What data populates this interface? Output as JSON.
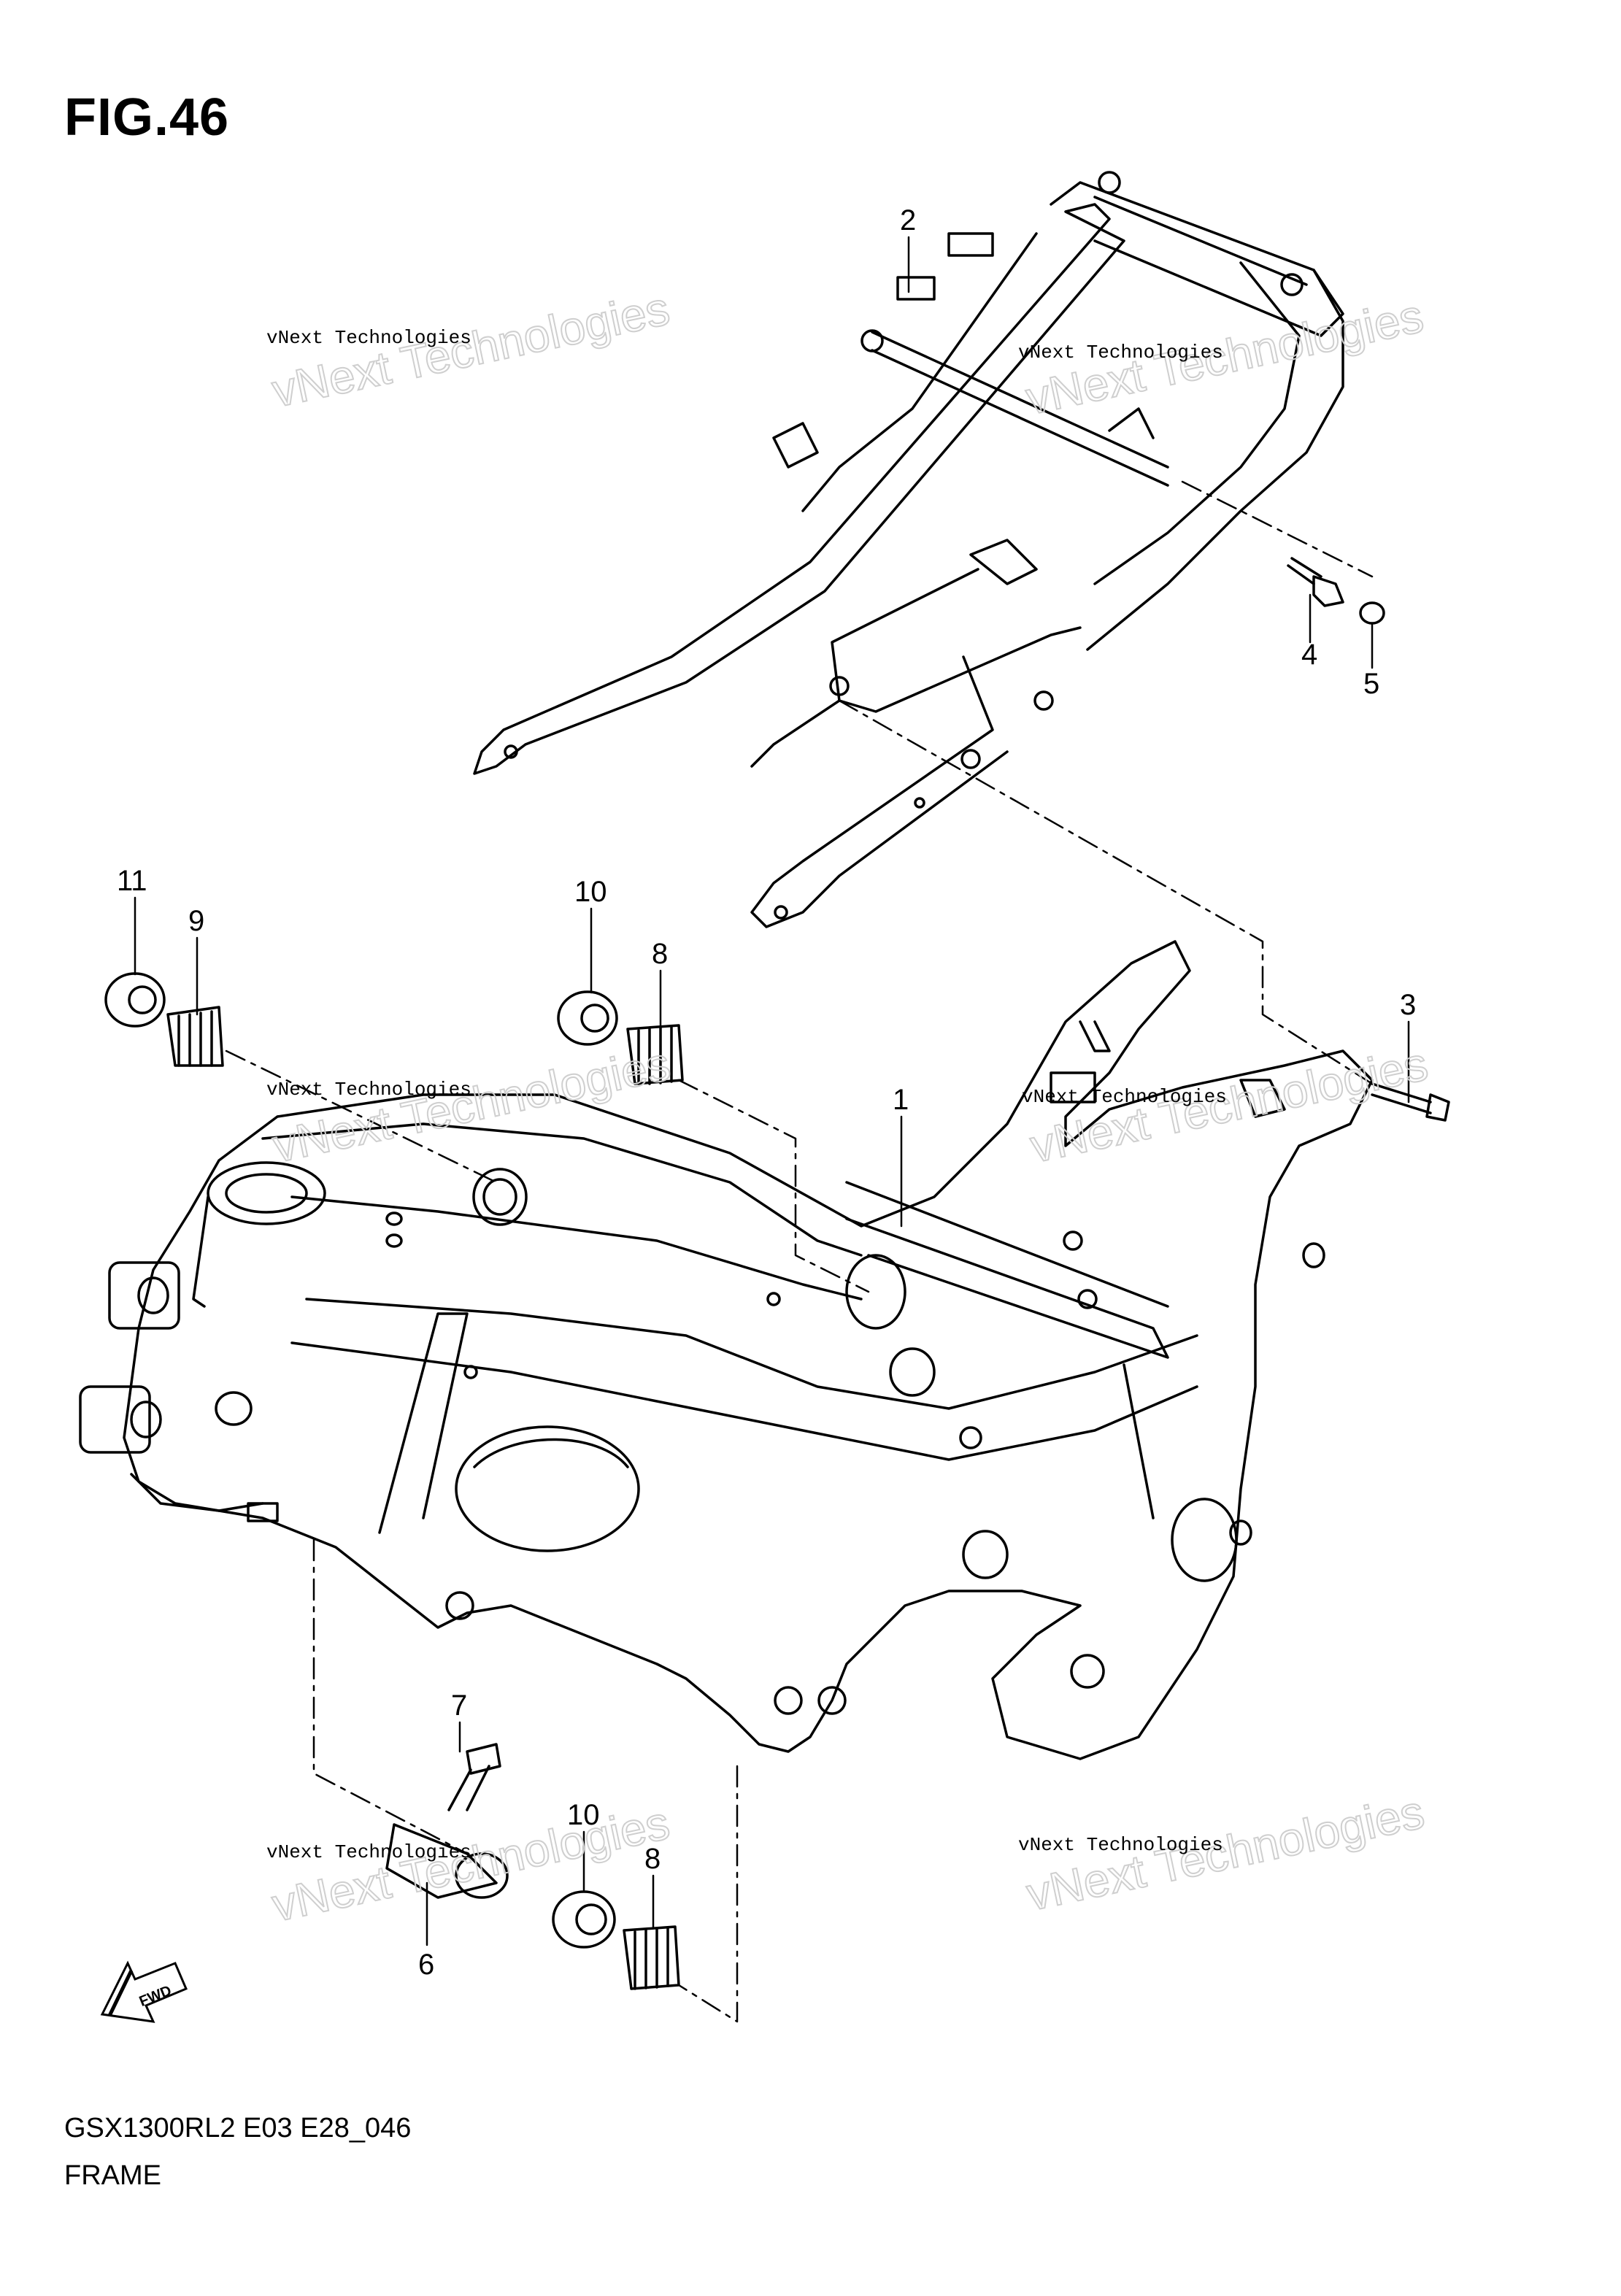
{
  "figure": {
    "title": "FIG.46"
  },
  "callouts": [
    {
      "id": "1",
      "label": "1"
    },
    {
      "id": "2",
      "label": "2"
    },
    {
      "id": "3",
      "label": "3"
    },
    {
      "id": "4",
      "label": "4"
    },
    {
      "id": "5",
      "label": "5"
    },
    {
      "id": "6",
      "label": "6"
    },
    {
      "id": "7",
      "label": "7"
    },
    {
      "id": "8a",
      "label": "8"
    },
    {
      "id": "8b",
      "label": "8"
    },
    {
      "id": "9",
      "label": "9"
    },
    {
      "id": "10a",
      "label": "10"
    },
    {
      "id": "10b",
      "label": "10"
    },
    {
      "id": "11",
      "label": "11"
    }
  ],
  "watermark": {
    "line1": "vNext Technologies",
    "big": "vNext Technologies"
  },
  "fwd_label": "FWD",
  "footer": {
    "code": "GSX1300RL2 E03 E28_046",
    "name": "FRAME"
  }
}
